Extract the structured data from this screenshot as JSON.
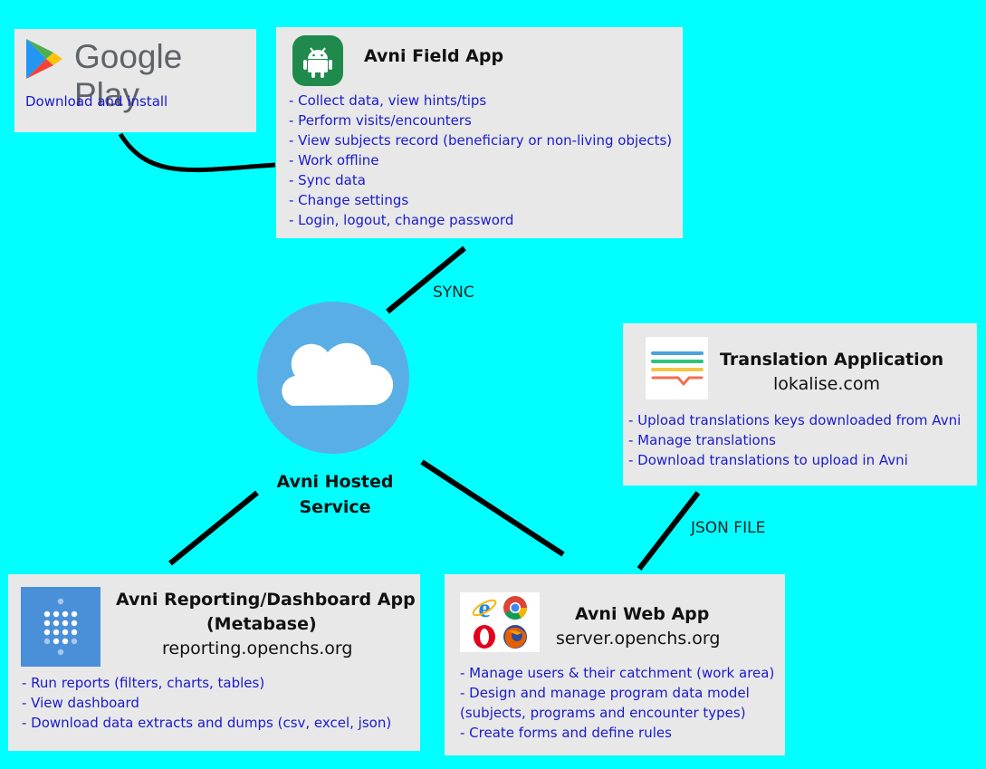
{
  "google_play": {
    "brand": "Google Play",
    "link": "Download and install"
  },
  "field_app": {
    "title": "Avni Field App",
    "items": [
      "- Collect data, view hints/tips",
      "- Perform visits/encounters",
      "- View subjects record (beneficiary or non-living objects)",
      "- Work offline",
      "- Sync data",
      "- Change settings",
      "- Login, logout, change password"
    ]
  },
  "hosted_service": {
    "title_line1": "Avni Hosted",
    "title_line2": "Service"
  },
  "edges": {
    "sync": "SYNC",
    "json_file": "JSON FILE"
  },
  "translation_app": {
    "title": "Translation Application",
    "url": "lokalise.com",
    "items": [
      "- Upload translations keys downloaded from Avni",
      "- Manage translations",
      "- Download translations to upload in Avni"
    ]
  },
  "reporting_app": {
    "title_line1": "Avni Reporting/Dashboard App",
    "title_line2": "(Metabase)",
    "url": "reporting.openchs.org",
    "items": [
      "- Run reports (filters, charts, tables)",
      "- View dashboard",
      "- Download data extracts and dumps (csv, excel, json)"
    ]
  },
  "web_app": {
    "title": "Avni Web App",
    "url": "server.openchs.org",
    "items": [
      "- Manage users & their catchment (work area)",
      "- Design and manage program data model",
      "(subjects, programs and encounter types)",
      "- Create forms and define rules"
    ]
  },
  "colors": {
    "background": "#00ffff",
    "box": "#e8e8e8",
    "list_text": "#1a1acf",
    "cloud_circle": "#5aaee6",
    "android_green": "#1f8a4c"
  },
  "icons": [
    "google-play-icon",
    "android-icon",
    "cloud-icon",
    "lokalise-icon",
    "metabase-icon",
    "ie-icon",
    "chrome-icon",
    "opera-icon",
    "firefox-icon"
  ]
}
